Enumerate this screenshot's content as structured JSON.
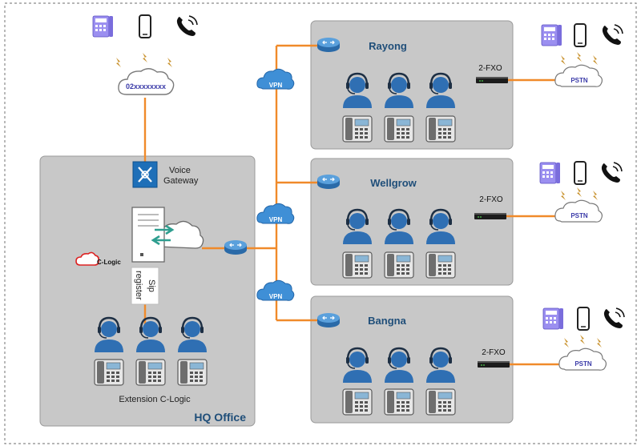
{
  "cloud_top": {
    "number": "02xxxxxxxx"
  },
  "hq": {
    "title": "HQ Office",
    "voice_gateway_label": [
      "Voice",
      "Gateway"
    ],
    "sip_label": [
      "Sip",
      "register"
    ],
    "clogic_logo": "C-Logic",
    "extension_label": "Extension C-Logic"
  },
  "vpn_label": "VPN",
  "branches": [
    {
      "name": "Rayong",
      "fxo_label": "2-FXO",
      "pstn_label": "PSTN"
    },
    {
      "name": "Wellgrow",
      "fxo_label": "2-FXO",
      "pstn_label": "PSTN"
    },
    {
      "name": "Bangna",
      "fxo_label": "2-FXO",
      "pstn_label": "PSTN"
    }
  ],
  "colors": {
    "panel": "#c8c8c8",
    "link": "#f08a2a",
    "text_dark": "#1f4e79",
    "agent": "#2f6fb3",
    "router": "#3f88c9",
    "cloud_text": "#3a3aa8"
  },
  "icons": [
    "fax-icon",
    "mobile-phone-icon",
    "telephone-icon",
    "agent-headset-icon",
    "desk-phone-icon",
    "router-icon",
    "cloud-icon",
    "server-icon",
    "fxo-gateway-icon",
    "voice-gateway-icon",
    "lightning-icon"
  ]
}
